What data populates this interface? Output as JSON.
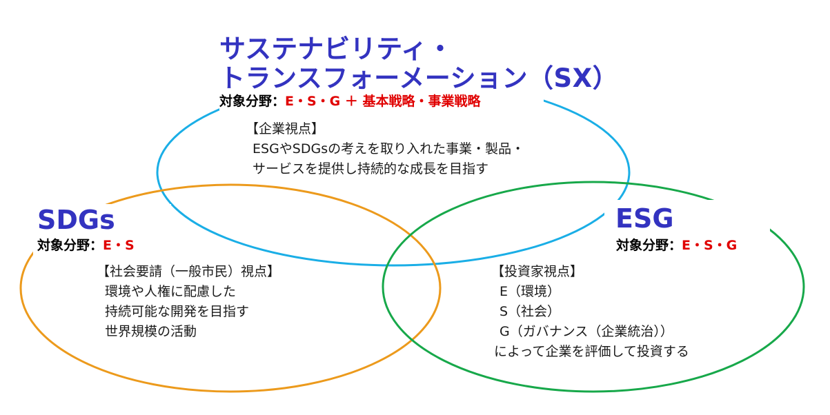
{
  "colors": {
    "title": "#3333c0",
    "highlight": "#e00000",
    "sx_ring": "#1aaee6",
    "sdgs_ring": "#ec9a1c",
    "esg_ring": "#17a84a",
    "text": "#1a1a1a"
  },
  "sx": {
    "title_line1": "サステナビリティ・",
    "title_line2": "トランスフォーメーション（SX）",
    "target_label": "対象分野：",
    "target_value": "E・S・G ＋ 基本戦略・事業戦略",
    "view_title": "【企業視点】",
    "lines": [
      "ESGやSDGsの考えを取り入れた事業・製品・",
      "サービスを提供し持続的な成長を目指す"
    ]
  },
  "sdgs": {
    "title": "SDGs",
    "target_label": "対象分野：",
    "target_value": "E・S",
    "view_title": "【社会要請（一般市民）視点】",
    "lines": [
      "環境や人権に配慮した",
      "持続可能な開発を目指す",
      "世界規模の活動"
    ]
  },
  "esg": {
    "title": "ESG",
    "target_label": "対象分野：",
    "target_value": "E・S・G",
    "view_title": "【投資家視点】",
    "lines": [
      "E（環境）",
      "S（社会）",
      "G（ガバナンス（企業統治））",
      "によって企業を評価して投資する"
    ]
  }
}
